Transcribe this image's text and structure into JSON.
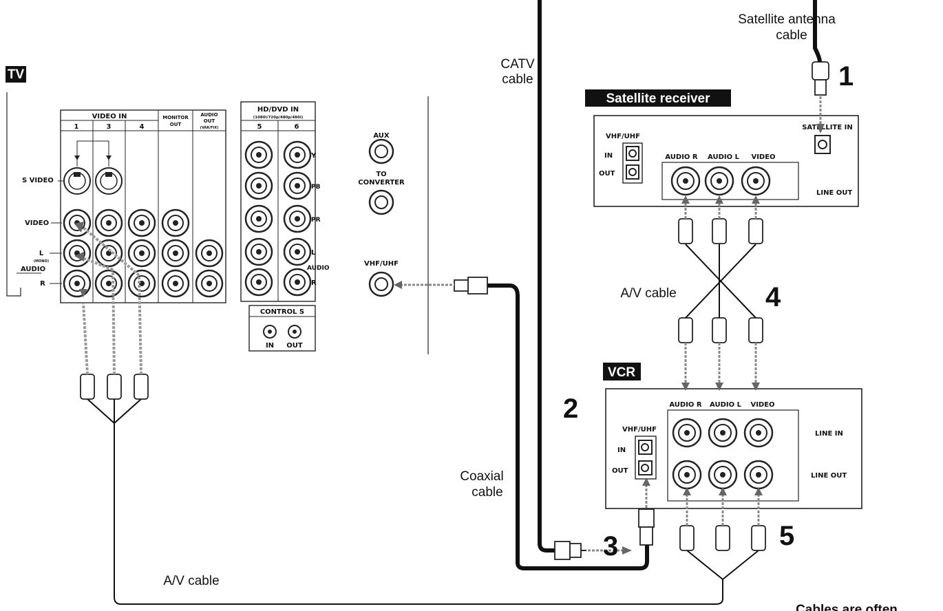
{
  "tv": {
    "badge": "TV",
    "video_in": "VIDEO IN",
    "inputs": [
      "1",
      "3",
      "4"
    ],
    "monitor_out": [
      "MONITOR",
      "OUT"
    ],
    "audio_out": [
      "AUDIO",
      "OUT",
      "(VAR/FIX)"
    ],
    "s_video": "S VIDEO",
    "video": "VIDEO",
    "audio_l": "L",
    "mono": "(MONO)",
    "audio": "AUDIO",
    "audio_r": "R",
    "hd_dvd_in": "HD/DVD IN",
    "hd_formats": "(1080i/720p/480p/480i)",
    "hd_inputs": [
      "5",
      "6"
    ],
    "hd_y": "Y",
    "hd_pb": "PB",
    "hd_pr": "PR",
    "hd_l": "L",
    "hd_audio": "AUDIO",
    "hd_r": "R",
    "control_s": "CONTROL S",
    "control_in": "IN",
    "control_out": "OUT",
    "aux": "AUX",
    "to_converter": [
      "TO",
      "CONVERTER"
    ],
    "vhf_uhf": "VHF/UHF"
  },
  "satellite": {
    "badge": "Satellite receiver",
    "vhf_uhf": "VHF/UHF",
    "in": "IN",
    "out": "OUT",
    "audio_r": "AUDIO R",
    "audio_l": "AUDIO L",
    "video": "VIDEO",
    "line_out": "LINE OUT",
    "satellite_in": "SATELLITE IN"
  },
  "vcr": {
    "badge": "VCR",
    "audio_r": "AUDIO R",
    "audio_l": "AUDIO L",
    "video": "VIDEO",
    "vhf_uhf": "VHF/UHF",
    "in": "IN",
    "out": "OUT",
    "line_in": "LINE IN",
    "line_out": "LINE OUT"
  },
  "captions": {
    "satellite_antenna": [
      "Satellite antenna",
      "cable"
    ],
    "catv": [
      "CATV",
      "cable"
    ],
    "av_cable_top": "A/V cable",
    "coaxial": [
      "Coaxial",
      "cable"
    ],
    "av_cable_bottom": "A/V cable",
    "footer": "Cables are often"
  },
  "steps": [
    "1",
    "2",
    "3",
    "4",
    "5"
  ]
}
